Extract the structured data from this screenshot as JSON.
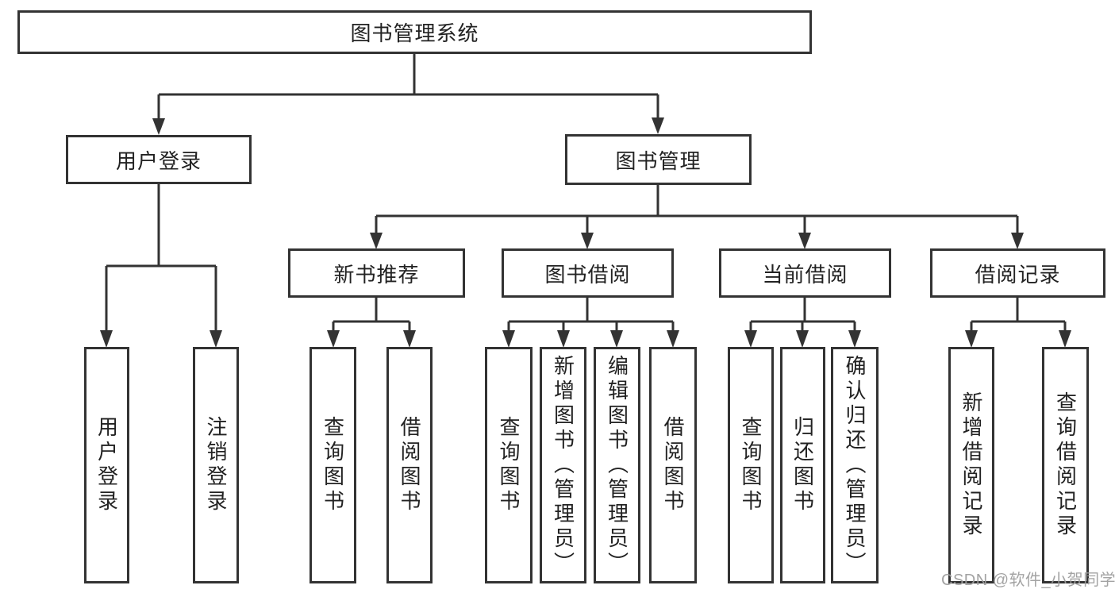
{
  "root": {
    "label": "图书管理系统"
  },
  "level2": {
    "user": {
      "label": "用户登录"
    },
    "book": {
      "label": "图书管理"
    }
  },
  "level3": {
    "newbook": {
      "label": "新书推荐"
    },
    "borrow": {
      "label": "图书借阅"
    },
    "current": {
      "label": "当前借阅"
    },
    "record": {
      "label": "借阅记录"
    }
  },
  "leaves": {
    "user_login": {
      "label": "用户登录"
    },
    "user_logout": {
      "label": "注销登录"
    },
    "newbook_query": {
      "label": "查询图书"
    },
    "newbook_borrow": {
      "label": "借阅图书"
    },
    "borrow_query": {
      "label": "查询图书"
    },
    "borrow_add": {
      "label": "新增图书（管理员）"
    },
    "borrow_edit": {
      "label": "编辑图书（管理员）"
    },
    "borrow_borrow": {
      "label": "借阅图书"
    },
    "current_query": {
      "label": "查询图书"
    },
    "current_return": {
      "label": "归还图书"
    },
    "current_confirm": {
      "label": "确认归还（管理员）"
    },
    "record_add": {
      "label": "新增借阅记录"
    },
    "record_query": {
      "label": "查询借阅记录"
    }
  },
  "watermark": {
    "text": "CSDN @软件_小贺同学"
  },
  "colors": {
    "line": "#333333",
    "border": "#333333",
    "background": "#ffffff",
    "text": "#222222",
    "watermark": "#9e9e9e"
  }
}
